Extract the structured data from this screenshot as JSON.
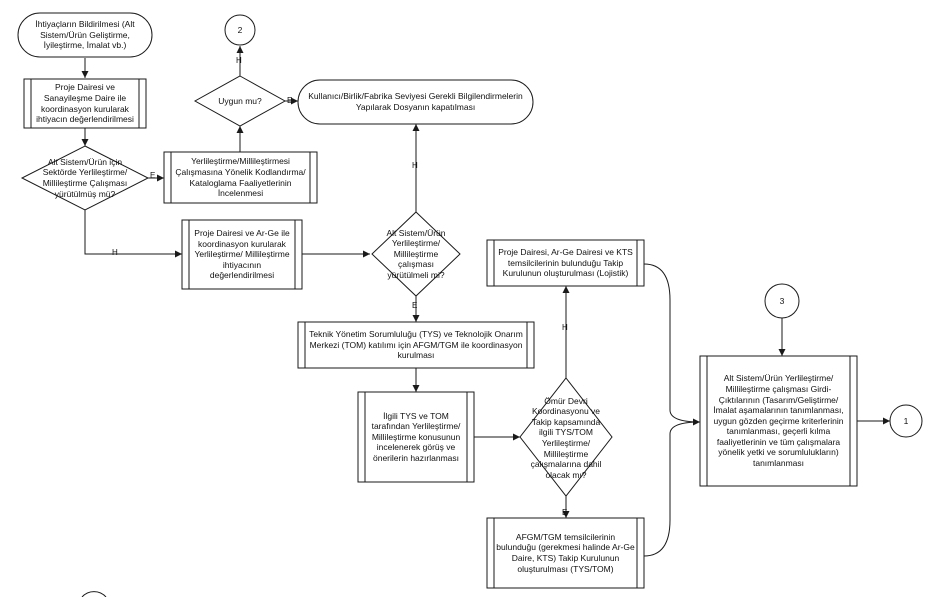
{
  "nodes": {
    "start": "İhtiyaçların Bildirilmesi (Alt Sistem/Ürün Geliştirme, İyileştirme, İmalat vb.)",
    "p1": "Proje Dairesi ve Sanayileşme Daire ile koordinasyon kurularak ihtiyacın değerlendirilmesi",
    "d1": "Alt Sistem/Ürün için Sektörde Yerlileştirme/ Millileştirme Çalışması yürütülmüş mü?",
    "p2": "Yerlileştirme/Millileştirmesi Çalışmasına Yönelik Kodlandırma/ Kataloglama Faaliyetlerinin İncelenmesi",
    "d2": "Uygun mu?",
    "c2_top": "2",
    "end1": "Kullanıcı/Birlik/Fabrika Seviyesi Gerekli Bilgilendirmelerin Yapılarak Dosyanın kapatılması",
    "p3": "Proje Dairesi ve Ar-Ge ile koordinasyon kurularak Yerlileştirme/ Millileştirme ihtiyacının değerlendirilmesi",
    "d3": "Alt Sistem/Ürün Yerlileştirme/ Millileştirme çalışması yürütülmeli mi?",
    "p4": "Teknik Yönetim Sorumluluğu (TYS) ve Teknolojik Onarım Merkezi (TOM) katılımı için AFGM/TGM ile koordinasyon kurulması",
    "p5": "İlgili TYS ve TOM tarafından Yerlileştirme/ Millileştirme konusunun incelenerek görüş ve önerilerin hazırlanması",
    "d4": "Ömür Devri Koordinasyonu ve Takip kapsamında ilgili TYS/TOM Yerlileştirme/ Millileştirme çalışmalarına dahil olacak mı?",
    "p6": "Proje Dairesi, Ar-Ge Dairesi ve KTS temsilcilerinin bulunduğu Takip Kurulunun oluşturulması (Lojistik)",
    "p7": "AFGM/TGM temsilcilerinin bulunduğu (gerekmesi halinde Ar-Ge Daire, KTS) Takip Kurulunun oluşturulması (TYS/TOM)",
    "c3": "3",
    "p8": "Alt Sistem/Ürün Yerlileştirme/ Millileştirme çalışması Girdi-Çıktılarının (Tasarım/Geliştirme/ İmalat aşamalarının tanımlanması, uygun gözden geçirme kriterlerinin tanımlanması, geçerli kılma faaliyetlerinin ve tüm çalışmalara yönelik yetki ve sorumlulukların) tanımlanması",
    "c1": "1"
  },
  "edge_labels": {
    "d1_yes": "E",
    "d1_no": "H",
    "d2_yes": "E",
    "d2_no": "H",
    "d3_no": "H",
    "d3_yes": "E",
    "d4_no": "H",
    "d4_yes": "E"
  }
}
